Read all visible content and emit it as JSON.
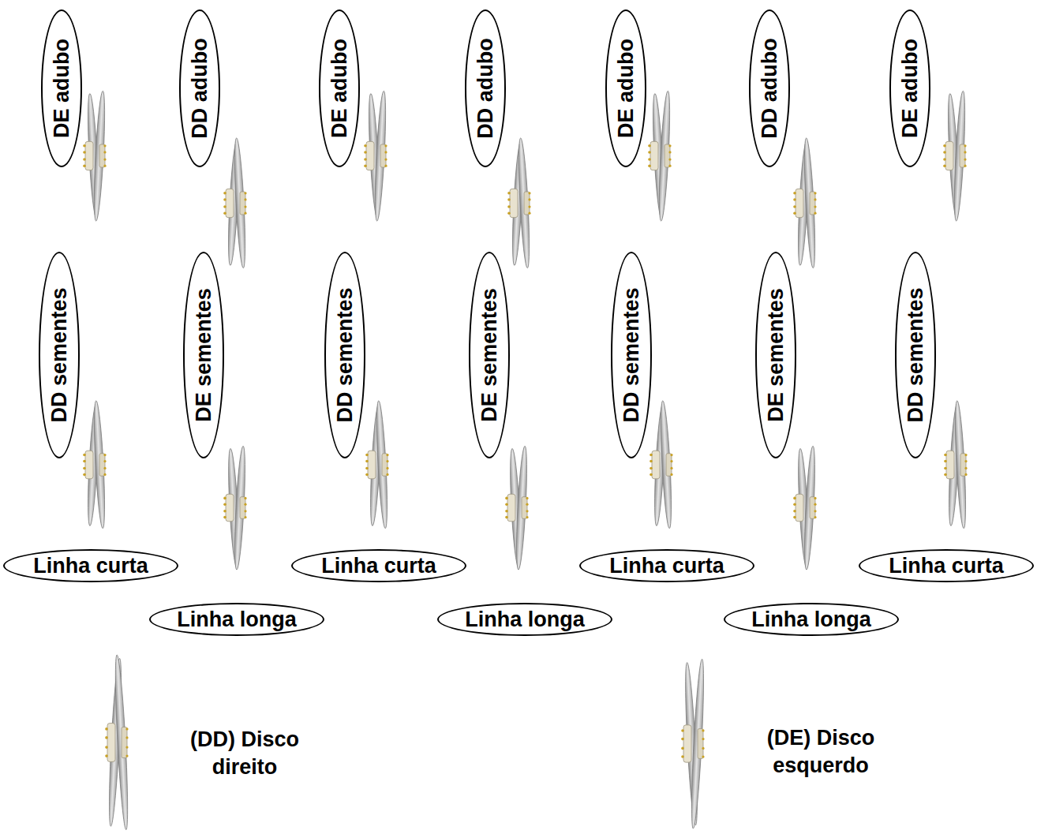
{
  "diagram": {
    "nodes": [
      {
        "text": [
          "DE adubo"
        ]
      },
      {
        "text": [
          "DD adubo"
        ]
      },
      {
        "text": [
          "DE adubo"
        ]
      },
      {
        "text": [
          "DD adubo"
        ]
      },
      {
        "text": [
          "DE adubo"
        ]
      },
      {
        "text": [
          "DD adubo"
        ]
      },
      {
        "text": [
          "DE adubo"
        ]
      },
      {
        "text": [
          "DD sementes"
        ]
      },
      {
        "text": [
          "DE sementes"
        ]
      },
      {
        "text": [
          "DD sementes"
        ]
      },
      {
        "text": [
          "DE sementes"
        ]
      },
      {
        "text": [
          "DD sementes"
        ]
      },
      {
        "text": [
          "DE sementes"
        ]
      },
      {
        "text": [
          "DD sementes"
        ]
      },
      {
        "text": [
          "Linha curta"
        ]
      },
      {
        "text": [
          "Linha curta"
        ]
      },
      {
        "text": [
          "Linha curta"
        ]
      },
      {
        "text": [
          "Linha curta"
        ]
      },
      {
        "text": [
          "Linha longa"
        ]
      },
      {
        "text": [
          "Linha longa"
        ]
      },
      {
        "text": [
          "Linha longa"
        ]
      }
    ],
    "legend": [
      {
        "text": "(DD) Disco direito"
      },
      {
        "text": "(DE) Disco esquerdo"
      }
    ]
  }
}
